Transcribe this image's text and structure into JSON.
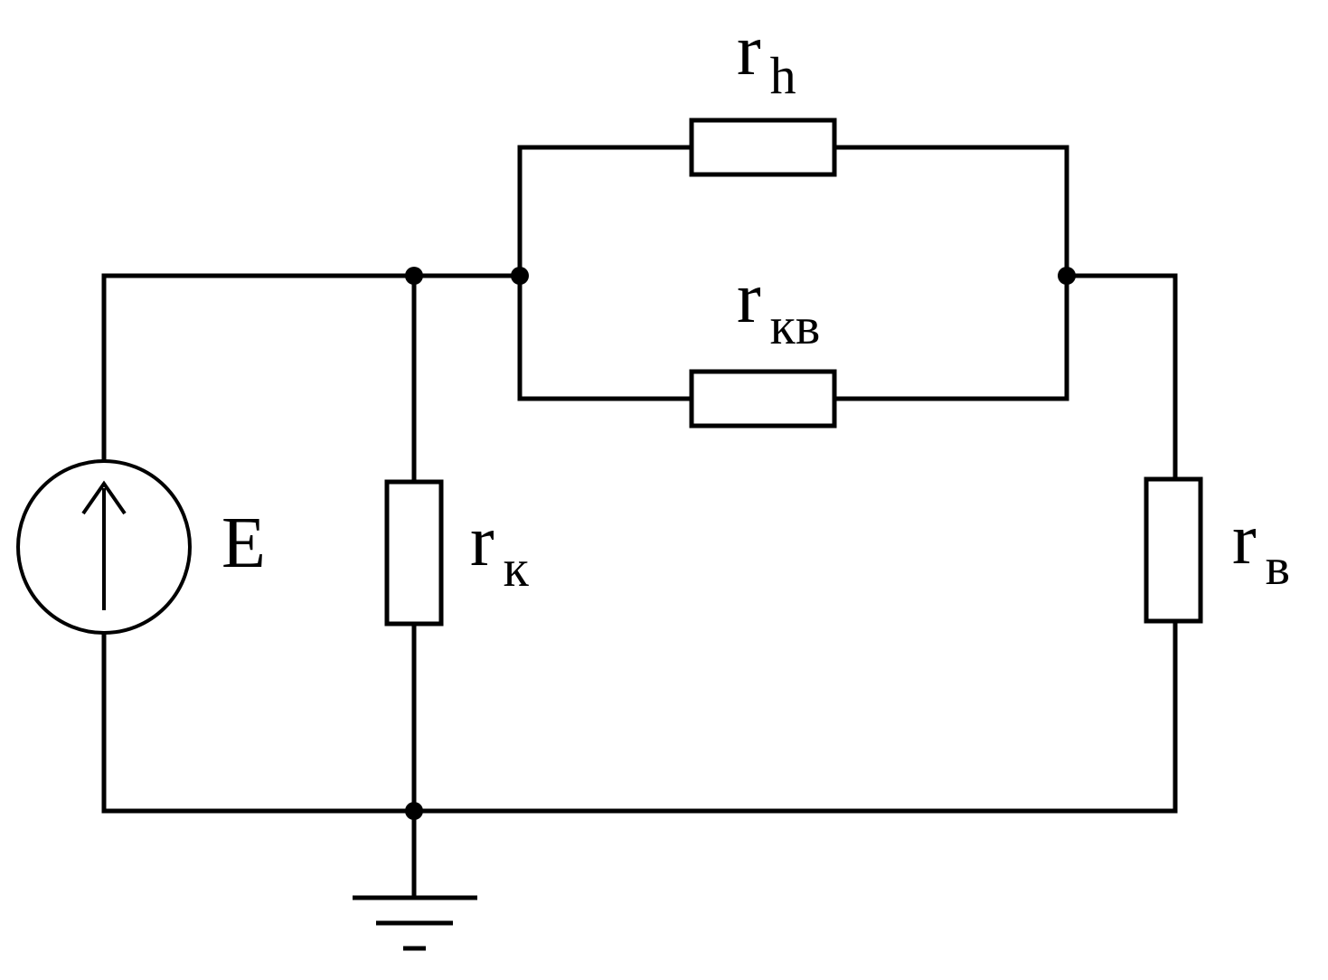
{
  "components": {
    "source": {
      "symbol": "E"
    },
    "resistor_h": {
      "symbol": "r",
      "subscript": "h"
    },
    "resistor_kv": {
      "symbol": "r",
      "subscript": "кв"
    },
    "resistor_k": {
      "symbol": "r",
      "subscript": "к"
    },
    "resistor_v": {
      "symbol": "r",
      "subscript": "в"
    }
  },
  "ground": {
    "icon": "ground-icon"
  },
  "colors": {
    "stroke": "#000000",
    "background": "#ffffff"
  }
}
